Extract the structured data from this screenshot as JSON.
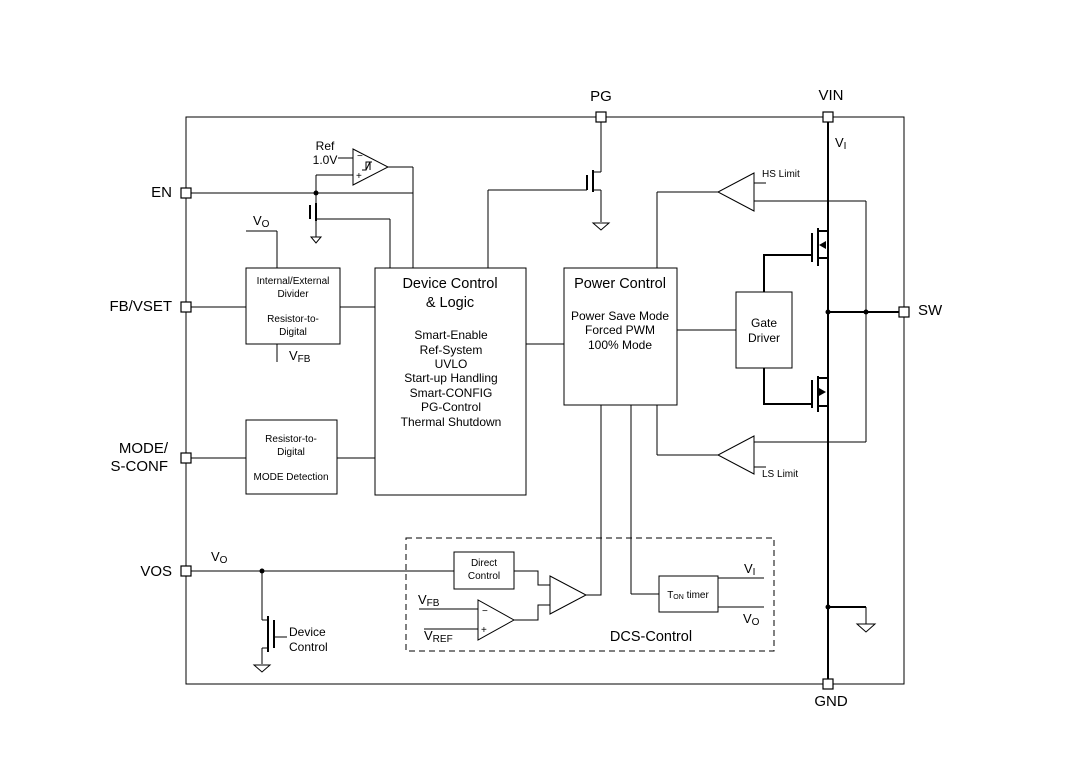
{
  "pins": {
    "pg": "PG",
    "vin": "VIN",
    "en": "EN",
    "fb_vset": "FB/VSET",
    "sw": "SW",
    "mode_line1": "MODE/",
    "mode_line2": "S-CONF",
    "vos": "VOS",
    "gnd": "GND"
  },
  "ref": {
    "label": "Ref",
    "value": "1.0V"
  },
  "signals": {
    "vo_main": "V",
    "vo_main_sub": "O",
    "vo_top": "V",
    "vo_top_sub": "O",
    "vfb_divider": "V",
    "vfb_divider_sub": "FB",
    "vi_top": "V",
    "vi_top_sub": "I",
    "vfb_dcs": "V",
    "vfb_dcs_sub": "FB",
    "vref_dcs": "V",
    "vref_dcs_sub": "REF",
    "vi_dcs": "V",
    "vi_dcs_sub": "I",
    "vo_dcs": "V",
    "vo_dcs_sub": "O"
  },
  "blocks": {
    "divider": {
      "line1": "Internal/External",
      "line2": "Divider",
      "line3": "Resistor-to-",
      "line4": "Digital"
    },
    "mode_detect": {
      "line1": "Resistor-to-",
      "line2": "Digital",
      "line3": "MODE Detection"
    },
    "device_control": {
      "title1": "Device Control",
      "title2": "& Logic",
      "items": [
        "Smart-Enable",
        "Ref-System",
        "UVLO",
        "Start-up Handling",
        "Smart-CONFIG",
        "PG-Control",
        "Thermal Shutdown"
      ]
    },
    "power_control": {
      "title": "Power Control",
      "items": [
        "Power Save Mode",
        "Forced PWM",
        "100% Mode"
      ]
    },
    "gate_driver": {
      "line1": "Gate",
      "line2": "Driver"
    },
    "direct_control": {
      "line1": "Direct",
      "line2": "Control"
    },
    "ton_timer": {
      "prefix": "T",
      "sub": "ON",
      "suffix": " timer"
    },
    "dcs_label": "DCS-Control",
    "device_control_fet": {
      "line1": "Device",
      "line2": "Control"
    }
  },
  "limits": {
    "hs": "HS Limit",
    "ls": "LS Limit"
  },
  "comparator_signs": {
    "minus": "−",
    "plus": "+"
  }
}
